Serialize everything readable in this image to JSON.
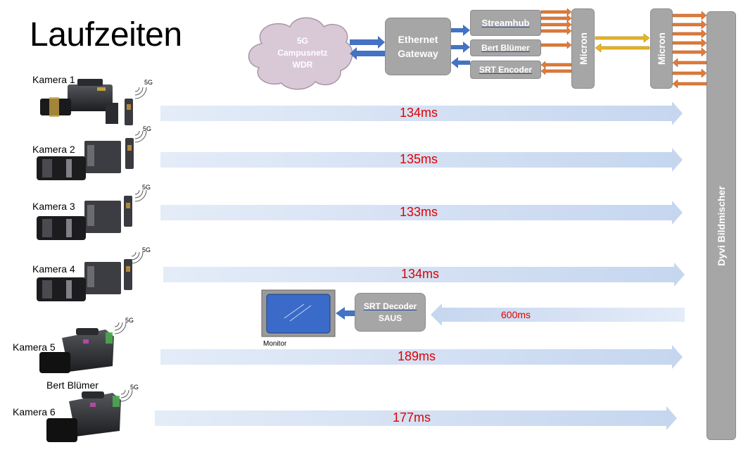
{
  "title": "Laufzeiten",
  "cloud": {
    "line1": "5G",
    "line2": "Campusnetz",
    "line3": "WDR"
  },
  "gateway": {
    "line1": "Ethernet",
    "line2": "Gateway"
  },
  "services": [
    "Streamhub",
    "Bert Blümer",
    "SRT Encoder"
  ],
  "micron_left": "Micron",
  "micron_right": "Micron",
  "mixer": "Dyvi Bildmischer",
  "signal_label": "5G",
  "cameras": [
    {
      "label": "Kamera 1",
      "latency": "134ms"
    },
    {
      "label": "Kamera 2",
      "latency": "135ms"
    },
    {
      "label": "Kamera 3",
      "latency": "133ms"
    },
    {
      "label": "Kamera 4",
      "latency": "134ms"
    },
    {
      "label": "Kamera 5",
      "latency": "189ms"
    },
    {
      "label": "Kamera 6",
      "latency": "177ms"
    }
  ],
  "bert_label": "Bert Blümer",
  "decoder": {
    "line1": "SRT Decoder",
    "line2": "SAUS"
  },
  "decoder_latency": "600ms",
  "monitor_label": "Monitor",
  "colors": {
    "box_gray": "#a6a6a6",
    "arrow_blue": "#4472c4",
    "latency_red": "#e00000",
    "orange": "#e07b39",
    "yellow": "#e8b520",
    "cloud": "#d9c9d6",
    "monitor_screen": "#3b6bc9"
  }
}
